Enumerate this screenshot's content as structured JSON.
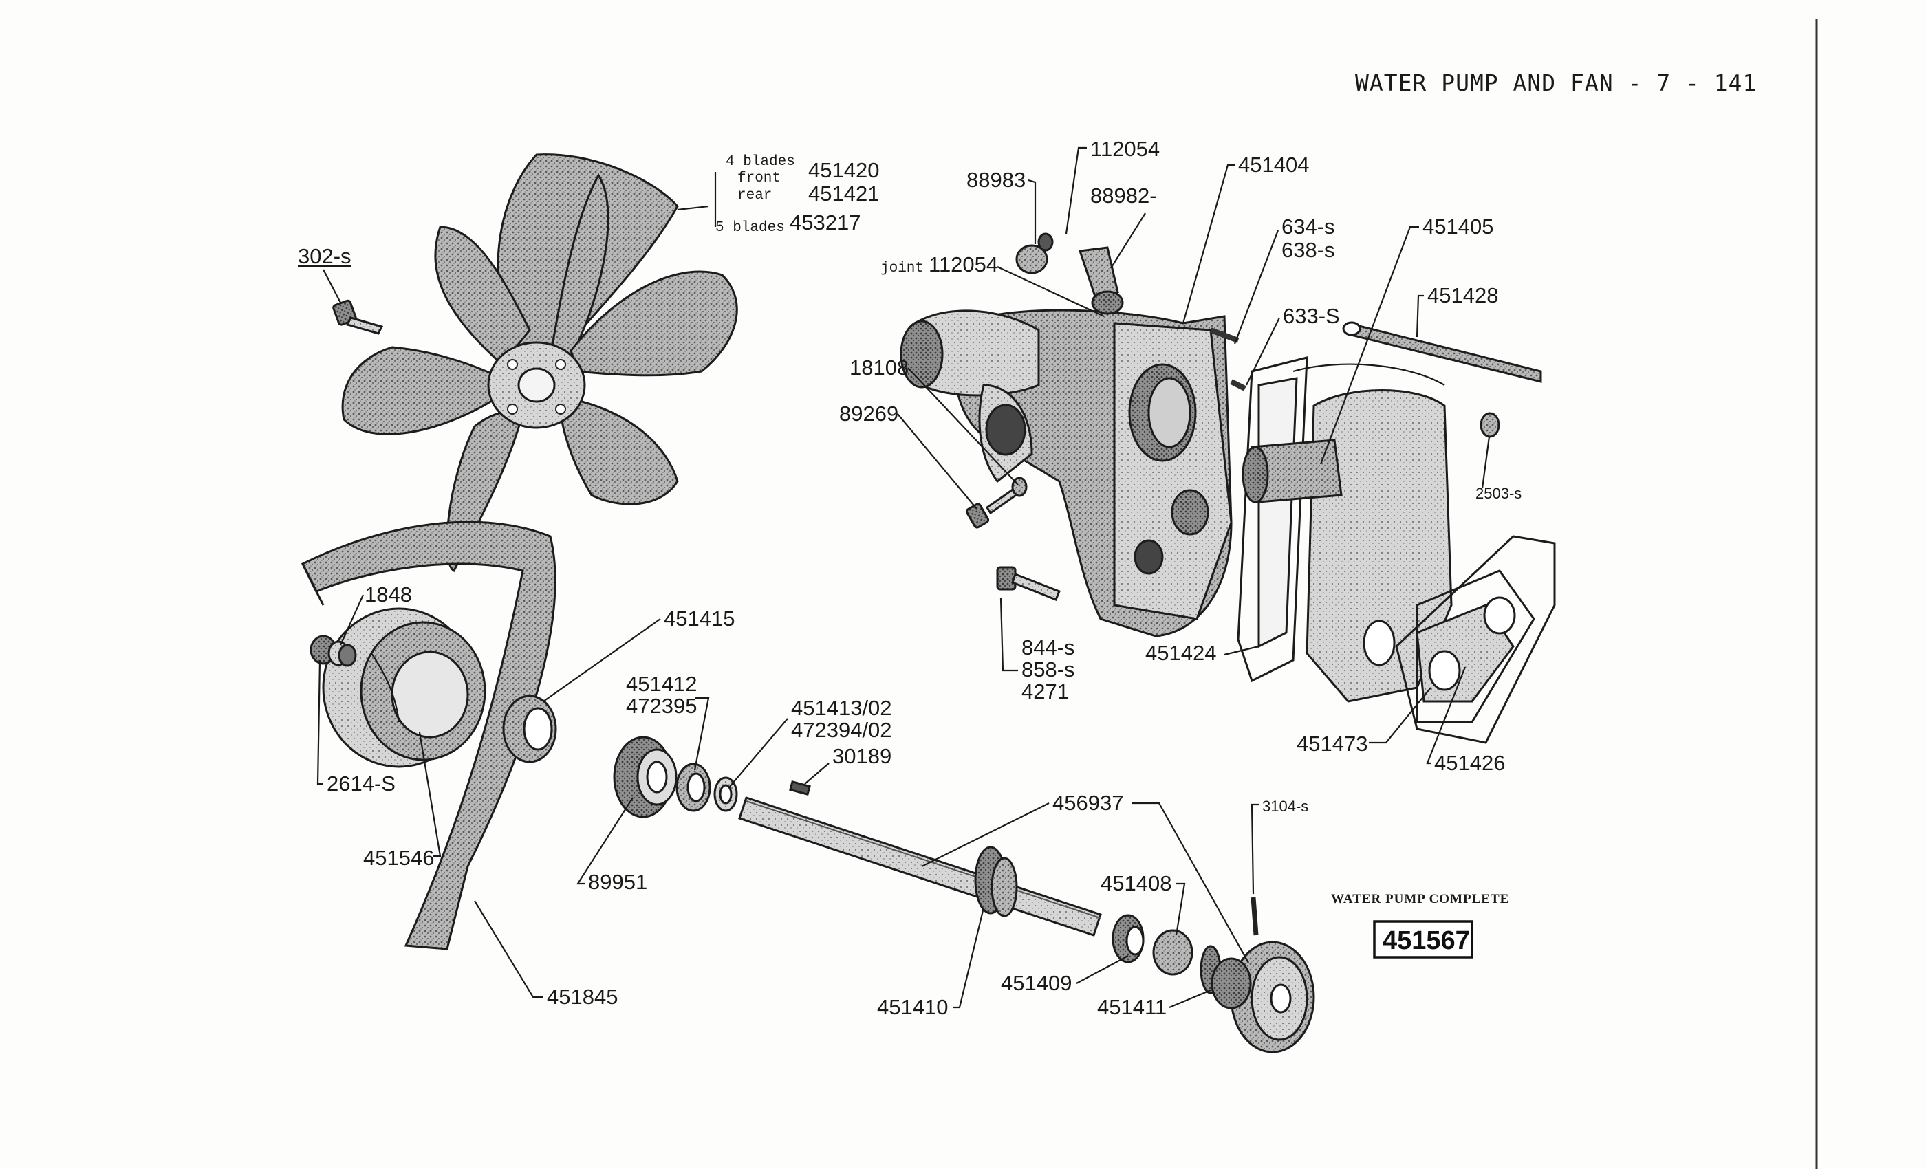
{
  "header": {
    "title": "WATER PUMP AND FAN - 7 - 141"
  },
  "caption": {
    "title": "WATER PUMP COMPLETE",
    "part_number": "451567"
  },
  "fan_note": {
    "line1": "4 blades",
    "front_label": "front",
    "front_part": "451420",
    "rear_label": "rear",
    "rear_part": "451421",
    "five_label": "5 blades",
    "five_part": "453217"
  },
  "callouts": {
    "c302s": "302-s",
    "c112054_top": "112054",
    "c88983": "88983",
    "c88982": "88982-",
    "c451404": "451404",
    "c634s": "634-s",
    "c638s": "638-s",
    "c451405": "451405",
    "joint_label": "joint",
    "c112054_joint": "112054",
    "c451428": "451428",
    "c633s": "633-S",
    "c18108": "18108",
    "c89269": "89269",
    "c2503s": "2503-s",
    "c1848": "1848",
    "c451415": "451415",
    "c844s": "844-s",
    "c858s": "858-s",
    "c4271": "4271",
    "c451424": "451424",
    "c451412": "451412",
    "c472395": "472395",
    "c451413": "451413/02",
    "c472394": "472394/02",
    "c30189": "30189",
    "c451473": "451473",
    "c451426": "451426",
    "c2614s": "2614-S",
    "c451546": "451546",
    "c89951": "89951",
    "c456937": "456937",
    "c3104s": "3104-s",
    "c451408": "451408",
    "c451409": "451409",
    "c451411": "451411",
    "c451410": "451410",
    "c451845": "451845"
  }
}
